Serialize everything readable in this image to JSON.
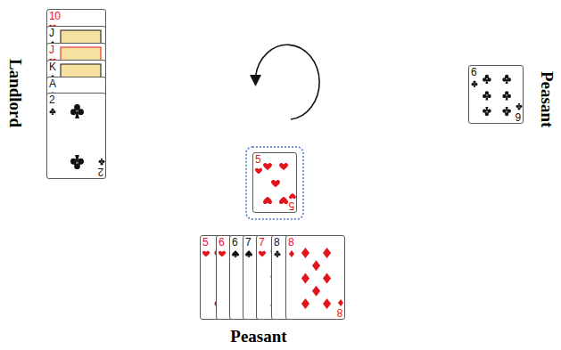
{
  "diagram": {
    "nodes": [
      {
        "text": [
          "10"
        ]
      },
      {
        "text": [
          "J"
        ]
      },
      {
        "text": [
          "J"
        ]
      },
      {
        "text": [
          "K"
        ]
      },
      {
        "text": [
          "A"
        ]
      },
      {
        "text": [
          "2",
          "2"
        ]
      },
      {
        "text": [
          "6",
          "6"
        ]
      },
      {
        "text": [
          "5",
          "5"
        ]
      },
      {
        "text": [
          "5"
        ]
      },
      {
        "text": [
          "6"
        ]
      },
      {
        "text": [
          "6"
        ]
      },
      {
        "text": [
          "7"
        ]
      },
      {
        "text": [
          "7"
        ]
      },
      {
        "text": [
          "8"
        ]
      },
      {
        "text": [
          "8",
          "8"
        ]
      }
    ],
    "labels": [
      "Landlord",
      "Peasant",
      "Peasant"
    ]
  }
}
